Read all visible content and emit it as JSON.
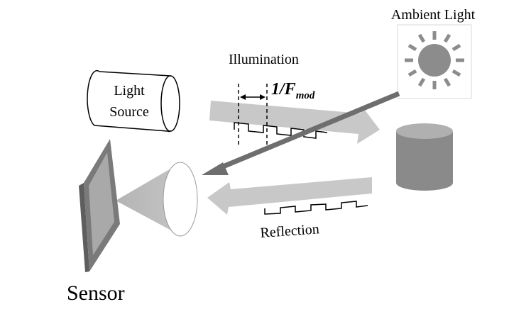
{
  "diagram": {
    "labels": {
      "ambient_light": "Ambient Light",
      "illumination": "Illumination",
      "light_source_line1": "Light",
      "light_source_line2": "Source",
      "period_prefix": "1/F",
      "period_subscript": "mod",
      "reflection": "Reflection",
      "sensor": "Sensor"
    },
    "colors": {
      "beam": "#c8c8c8",
      "ambient_ray": "#6e6e6e",
      "sun_disk": "#8c8c8c",
      "cylinder": "#8a8a8a",
      "cylinder_top": "#b0b0b0",
      "sensor_frame": "#7a7a7a",
      "sensor_face": "#a9a9a9"
    },
    "icons": {
      "sun": "sun-icon",
      "light_source": "light-source-cylinder",
      "target": "target-cylinder",
      "lens": "lens",
      "sensor": "sensor-panel"
    }
  }
}
